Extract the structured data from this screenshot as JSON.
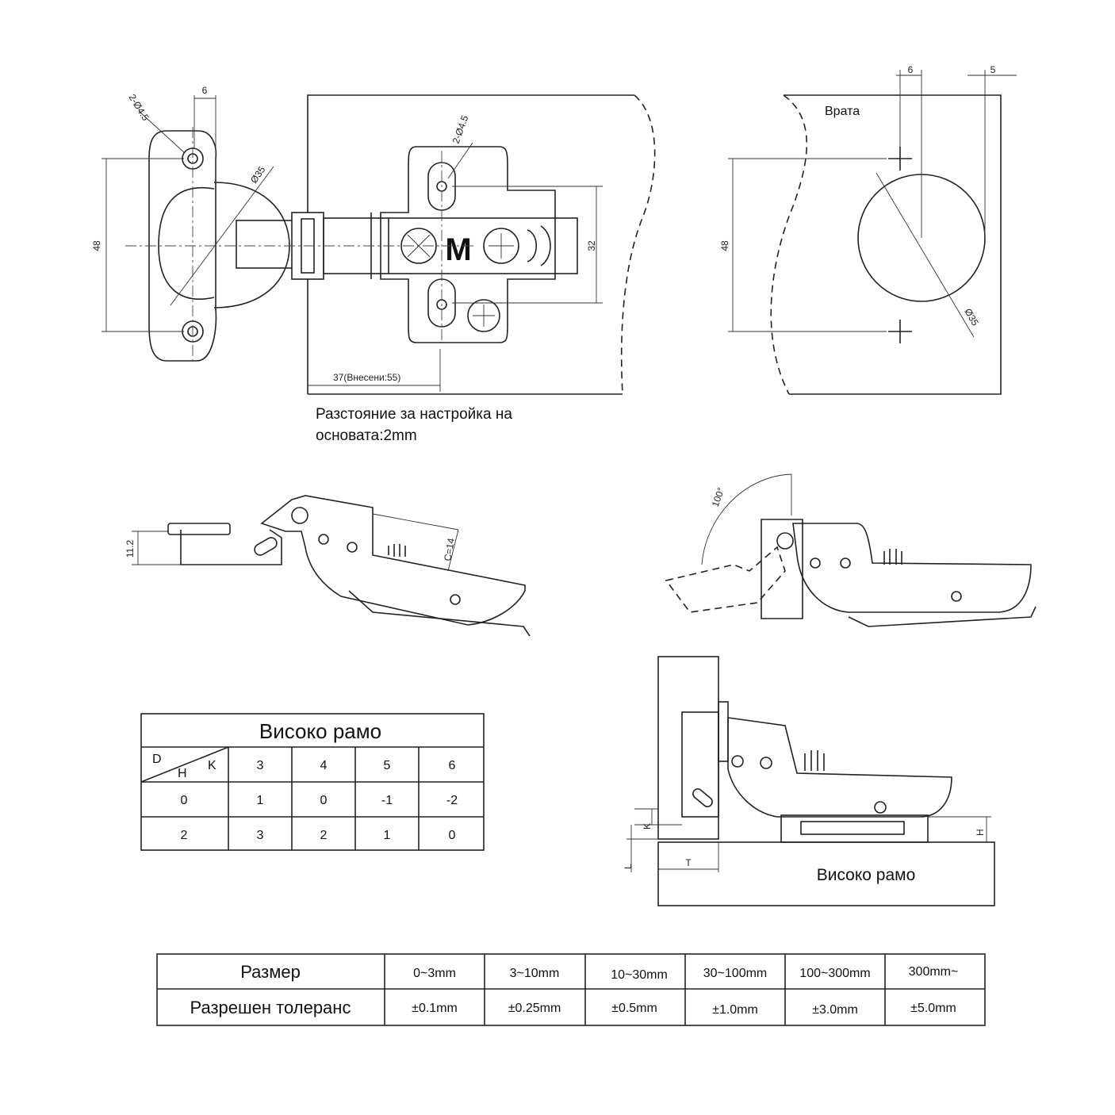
{
  "top_view": {
    "dim_holes": "2-Ø4.5",
    "dim_6": "6",
    "dim_cup": "Ø35",
    "dim_48": "48",
    "dim_holes_plate": "2-Ø4.5",
    "dim_32": "32",
    "dim_37": "37(Внесени:55)",
    "adjust_line1": "Разстояние за настройка на",
    "adjust_line2": "основата:2mm"
  },
  "door_view": {
    "door_label": "Врата",
    "dim_6": "6",
    "dim_5": "5",
    "dim_48": "48",
    "dim_cup": "Ø35"
  },
  "side_views": {
    "dim_11_2": "11.2",
    "dim_c14": "C=14",
    "dim_angle": "100°"
  },
  "install_view": {
    "dim_k": "K",
    "dim_l": "L",
    "dim_t": "T",
    "dim_h": "H",
    "frame_label": "Високо рамо"
  },
  "frame_table": {
    "title": "Високо рамо",
    "corner_d": "D",
    "corner_h": "H",
    "corner_k": "K",
    "columns": [
      "3",
      "4",
      "5",
      "6"
    ],
    "rows": [
      {
        "h": "0",
        "values": [
          "1",
          "0",
          "-1",
          "-2"
        ]
      },
      {
        "h": "2",
        "values": [
          "3",
          "2",
          "1",
          "0"
        ]
      }
    ]
  },
  "tolerance_table": {
    "row1_label": "Размер",
    "row2_label": "Разрешен толеранс",
    "sizes": [
      "0~3mm",
      "3~10mm",
      "10~30mm",
      "30~100mm",
      "100~300mm",
      "300mm~"
    ],
    "tolerances": [
      "±0.1mm",
      "±0.25mm",
      "±0.5mm",
      "±1.0mm",
      "±3.0mm",
      "±5.0mm"
    ]
  }
}
